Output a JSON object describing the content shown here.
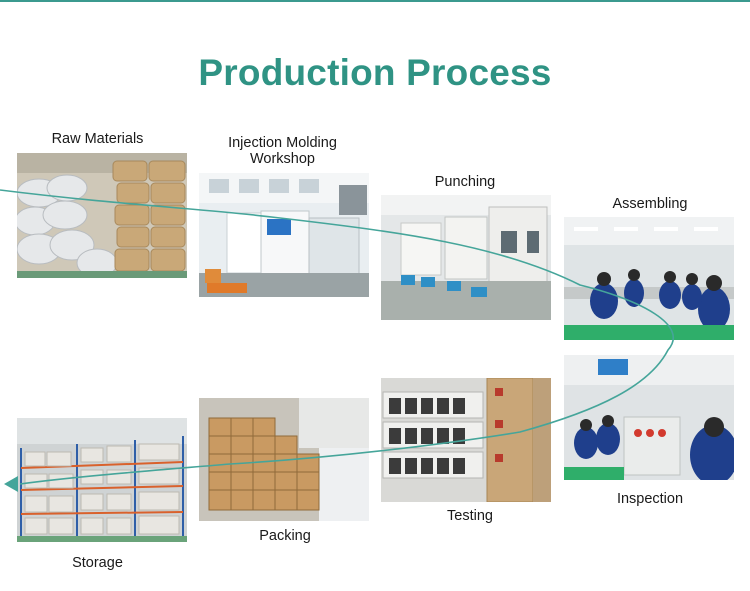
{
  "title": "Production Process",
  "steps": [
    {
      "label": "Raw Materials",
      "photo": "raw-materials-photo"
    },
    {
      "label": "Injection Molding\nWorkshop",
      "photo": "injection-molding-photo"
    },
    {
      "label": "Punching",
      "photo": "punching-photo"
    },
    {
      "label": "Assembling",
      "photo": "assembling-photo"
    },
    {
      "label": "Inspection",
      "photo": "inspection-photo"
    },
    {
      "label": "Testing",
      "photo": "testing-photo"
    },
    {
      "label": "Packing",
      "photo": "packing-photo"
    },
    {
      "label": "Storage",
      "photo": "storage-photo"
    }
  ],
  "colors": {
    "accent": "#2f9384",
    "line": "#45a59a"
  },
  "icons": {
    "flow_arrow": "arrow-left-icon"
  }
}
